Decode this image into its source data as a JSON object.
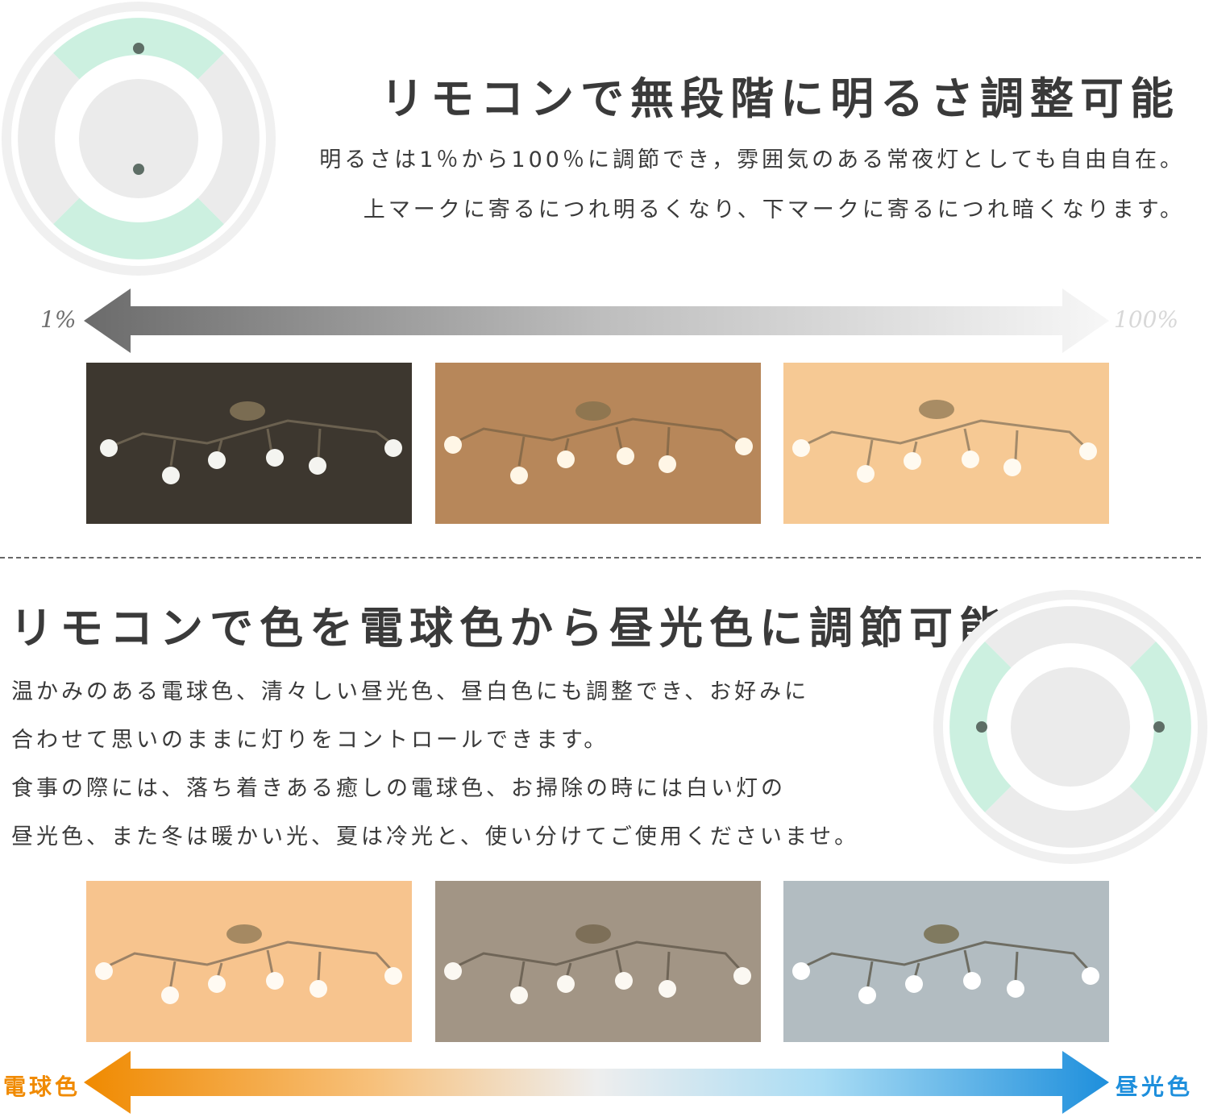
{
  "section1": {
    "title": "リモコンで無段階に明るさ調整可能",
    "line1": "明るさは1％から100％に調節でき，雰囲気のある常夜灯としても自由自在。",
    "line2": "上マークに寄るにつれ明るくなり、下マークに寄るにつれ暗くなります。",
    "scale_min": "1%",
    "scale_max": "100%",
    "photo_tones": [
      "#3d372f",
      "#b7875a",
      "#f6c994"
    ]
  },
  "section2": {
    "title": "リモコンで色を電球色から昼光色に調節可能",
    "lines": [
      "温かみのある電球色、清々しい昼光色、昼白色にも調整でき、お好みに",
      "合わせて思いのままに灯りをコントロールできます。",
      "食事の際には、落ち着きある癒しの電球色、お掃除の時には白い灯の",
      "昼光色、また冬は暖かい光、夏は冷光と、使い分けてご使用くださいませ。"
    ],
    "scale_left": "電球色",
    "scale_right": "昼光色",
    "photo_tones": [
      "#f7c48e",
      "#a29585",
      "#b2bcc1"
    ]
  },
  "colors": {
    "accent_mint": "#ccf0e0",
    "ring_gray": "#ececec",
    "warm": "#f08a00",
    "cool": "#1e8fdc"
  },
  "icons": {
    "remote_dial_vertical": "remote-dial-icon",
    "remote_dial_horizontal": "remote-dial-icon"
  }
}
